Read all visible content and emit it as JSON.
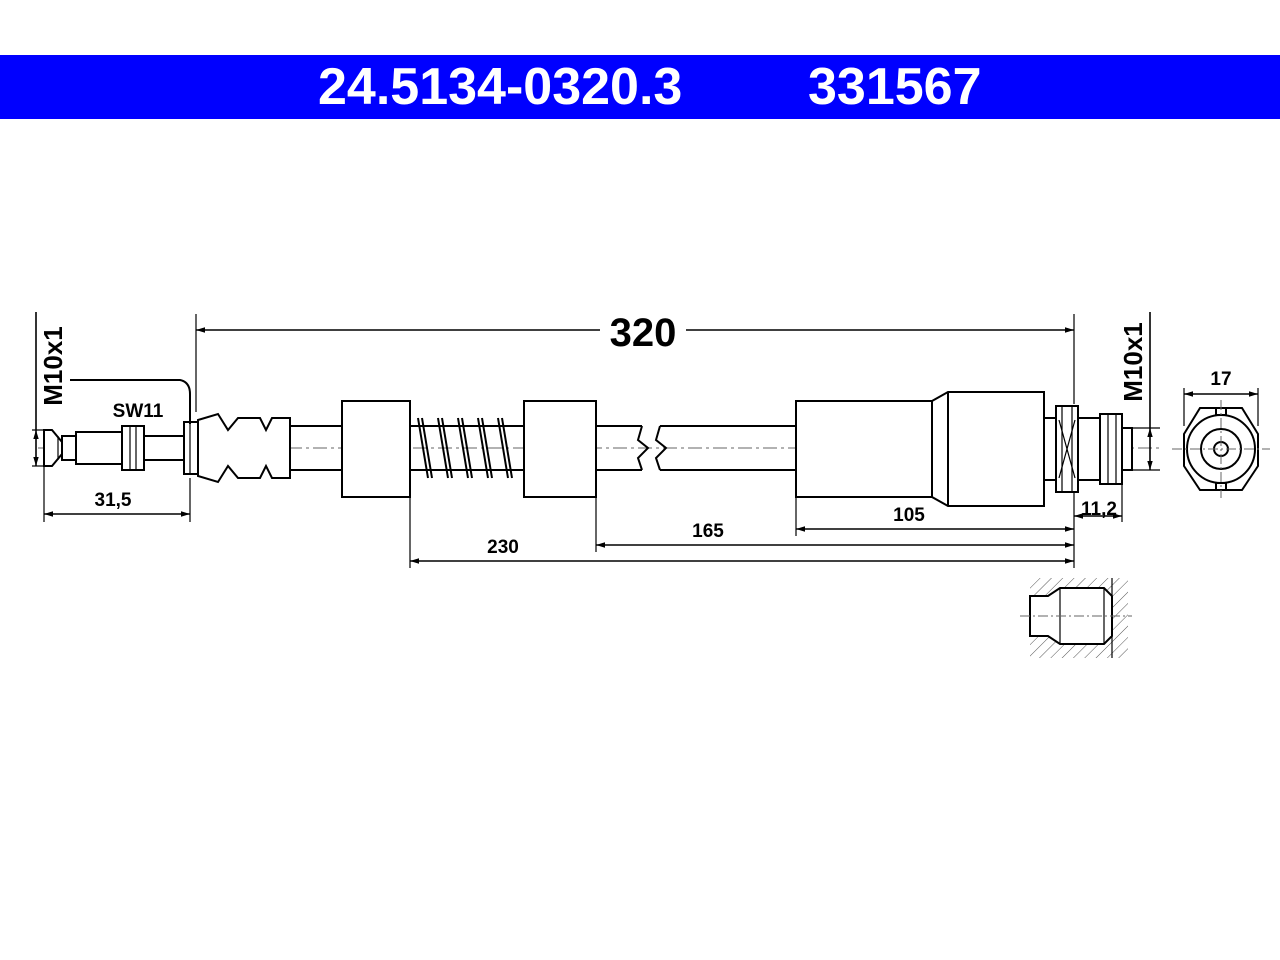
{
  "header": {
    "part_number": "24.5134-0320.3",
    "ref_number": "331567",
    "bar_color": "#0000ff"
  },
  "dimensions": {
    "overall_length": "320",
    "left_thread": "M10x1",
    "right_thread": "M10x1",
    "wrench_size": "SW11",
    "left_fitting_length": "31,5",
    "dim_230": "230",
    "dim_165": "165",
    "dim_105": "105",
    "dim_11_2": "11,2",
    "end_view_diameter": "17"
  }
}
